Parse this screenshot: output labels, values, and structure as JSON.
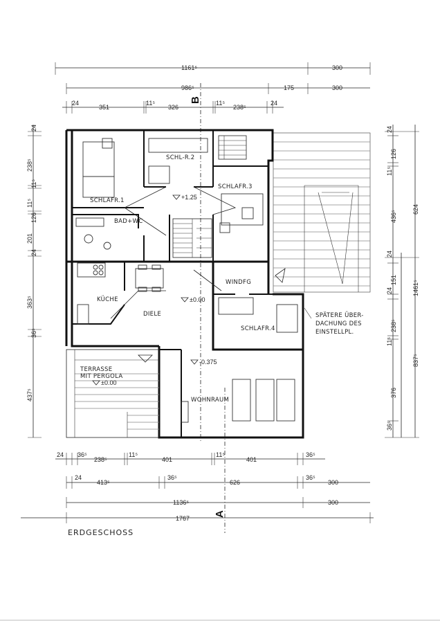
{
  "drawing": {
    "title": "ERDGESCHOSS",
    "section_marks": {
      "b": "B",
      "a": "A"
    }
  },
  "rooms": {
    "schlafr1": "SCHLAFR.1",
    "schlr2": "SCHL-R.2",
    "schlafr3": "SCHLAFR.3",
    "bad_wc": "BAD+WC",
    "kueche": "KÜCHE",
    "diele": "DIELE",
    "windfg": "WINDFG",
    "schlafr4": "SCHLAFR.4",
    "terrasse_1": "TERRASSE",
    "terrasse_2": "MIT PERGOLA",
    "wohnraum": "WOHNRAUM"
  },
  "levels": {
    "upper": "+1.25",
    "diele": "±0.00",
    "terrasse": "±0.00",
    "wohnraum": "-0.375"
  },
  "notes": {
    "carport_1": "SPÄTERE ÜBER-",
    "carport_2": "DACHUNG DES",
    "carport_3": "EINSTELLPL."
  },
  "dims_top": {
    "overall": "1161⁵",
    "overall_right": "300",
    "inner": "986⁵",
    "inner_right_a": "175",
    "inner_right_b": "300",
    "s1": "24",
    "s2": "351",
    "s3": "11⁵",
    "s4": "326",
    "s5": "11⁵",
    "s6": "238⁵",
    "s7": "24"
  },
  "dims_bottom": {
    "r1_a": "24",
    "r1_b": "36⁵",
    "r1_c": "238⁵",
    "r1_d": "11⁵",
    "r1_e": "401",
    "r1_f": "11⁵",
    "r1_g": "401",
    "r1_h": "36⁵",
    "r2_a": "24",
    "r2_b": "413⁵",
    "r2_c": "36⁵",
    "r2_d": "626",
    "r2_e": "36⁵",
    "r2_f": "300",
    "r3_a": "1136⁵",
    "r3_b": "300",
    "r4_a": "1767"
  },
  "dims_left": {
    "l1": "24",
    "l2": "238⁵",
    "l3": "11⁵",
    "l4": "11⁵",
    "l5": "126",
    "l6": "201",
    "l7": "24",
    "l8": "363⁵",
    "l9": "36⁵",
    "l10": "437⁵"
  },
  "dims_right": {
    "r1": "24",
    "r2": "126",
    "r3": "11⁵",
    "r4": "436⁵",
    "r5": "624",
    "r6": "24",
    "r7": "151",
    "r8": "24",
    "r9": "1461⁵",
    "r10": "238⁵",
    "r11": "11⁵",
    "r12": "837⁵",
    "r13": "376",
    "r14": "36⁵"
  }
}
